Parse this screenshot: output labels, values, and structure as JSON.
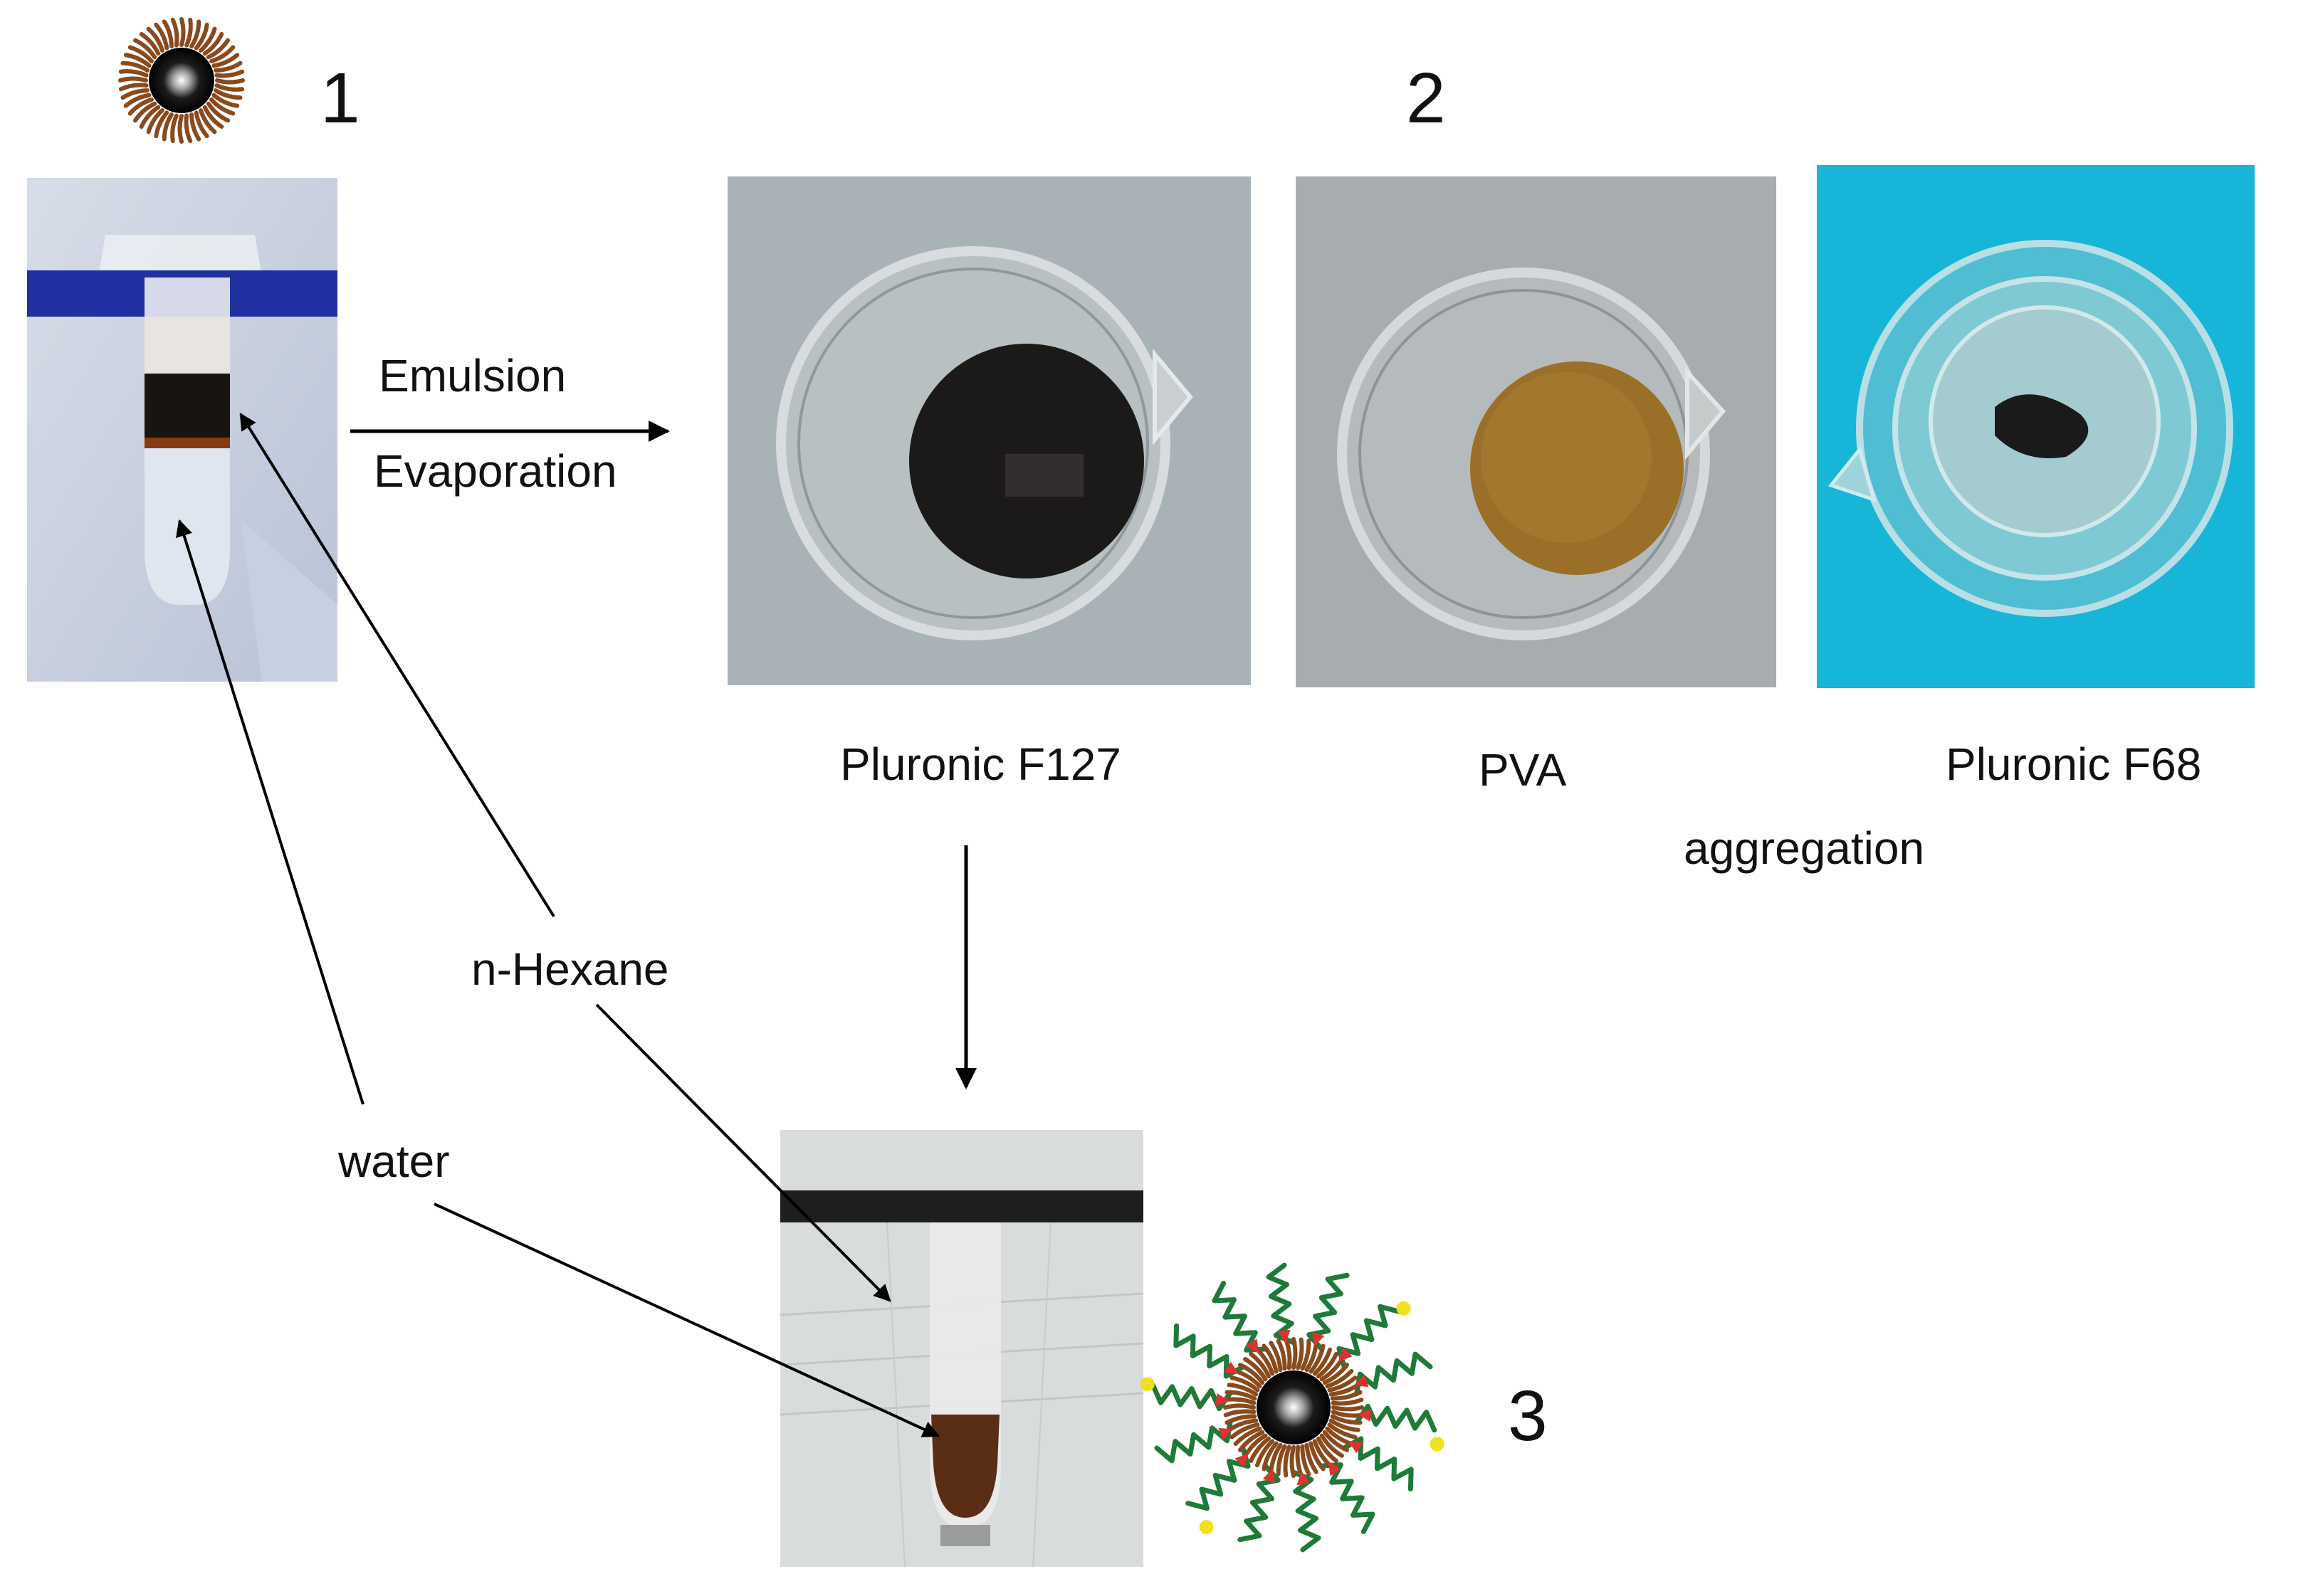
{
  "steps": {
    "step1": "1",
    "step2": "2",
    "step3": "3"
  },
  "process": {
    "line1": "Emulsion",
    "line2": "Evaporation"
  },
  "samples": [
    {
      "label": "Pluronic F127"
    },
    {
      "label": "PVA"
    },
    {
      "label": "Pluronic F68"
    }
  ],
  "note": "aggregation",
  "solvents": {
    "hexane": "n-Hexane",
    "water": "water"
  },
  "colors": {
    "ligand_brown": "#8a4a1c",
    "polymer_green": "#1f7a3a",
    "anchor_red": "#e03030",
    "terminal_yellow": "#f0e020",
    "f68_background": "#17b5d8",
    "tape_blue": "#2030a0"
  }
}
